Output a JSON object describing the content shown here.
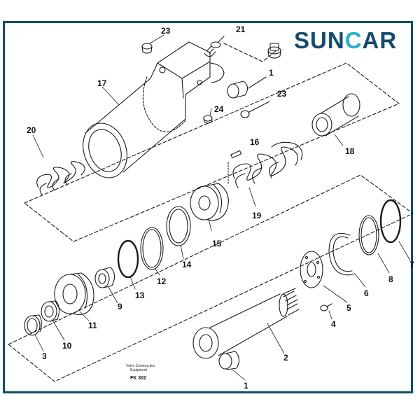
{
  "logo": {
    "part1": "SUN",
    "part2": "C",
    "part3": "AR"
  },
  "caption": {
    "line1": "Volvo Construction",
    "line2": "Equipment",
    "code": "FK 302"
  },
  "callouts": [
    "1",
    "1",
    "2",
    "3",
    "4",
    "5",
    "6",
    "7",
    "8",
    "9",
    "10",
    "11",
    "12",
    "13",
    "14",
    "15",
    "16",
    "17",
    "18",
    "19",
    "20",
    "21",
    "23",
    "23",
    "24"
  ],
  "colors": {
    "frame": "#0f4f63",
    "logo_dark": "#144a6e",
    "logo_accent": "#27b1c9",
    "line": "#1a1a1a"
  }
}
